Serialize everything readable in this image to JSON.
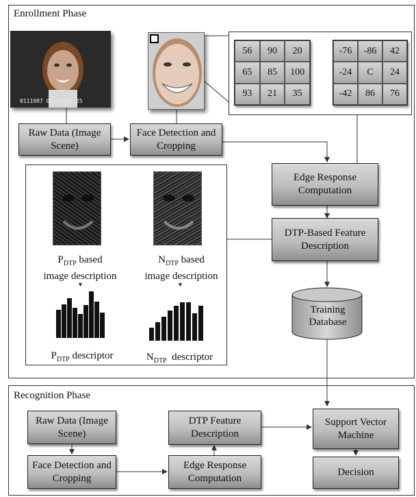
{
  "enrollment": {
    "title": "Enrollment Phase",
    "camera_timestamp": "0111987 00:11:57:25",
    "raw_data_label": "Raw Data (Image Scene)",
    "face_detection_label": "Face Detection and Cropping",
    "edge_response_label": "Edge Response Computation",
    "dtp_feature_label": "DTP-Based Feature Description",
    "training_db_label": "Training Database",
    "neighborhood_grid": [
      "56",
      "90",
      "20",
      "65",
      "85",
      "100",
      "93",
      "21",
      "35"
    ],
    "edge_grid": [
      "-76",
      "-86",
      "42",
      "-24",
      "C",
      "24",
      "-42",
      "86",
      "76"
    ],
    "pdtp": {
      "desc_prefix": "P",
      "desc_sub": "DTP",
      "desc_suffix": " based",
      "desc_line2": "image description",
      "descriptor_prefix": "P",
      "descriptor_sub": "DTP",
      "descriptor_suffix": " descriptor"
    },
    "ndtp": {
      "desc_prefix": "N",
      "desc_sub": "DTP",
      "desc_suffix": " based",
      "desc_line2": "image description",
      "descriptor_prefix": "N",
      "descriptor_sub": "DTP",
      "descriptor_suffix": "  descriptor"
    },
    "pdtp_histogram": [
      0.6,
      0.72,
      0.85,
      0.65,
      0.52,
      0.7,
      1.0,
      0.78,
      0.55
    ],
    "ndtp_histogram": [
      0.3,
      0.42,
      0.55,
      0.68,
      0.8,
      0.88,
      0.87,
      0.62,
      0.8
    ]
  },
  "recognition": {
    "title": "Recognition Phase",
    "raw_data_label": "Raw Data (Image Scene)",
    "face_detection_label": "Face Detection and Cropping",
    "dtp_feature_label": "DTP Feature Description",
    "edge_response_label": "Edge Response Computation",
    "svm_label": "Support Vector Machine",
    "decision_label": "Decision"
  }
}
